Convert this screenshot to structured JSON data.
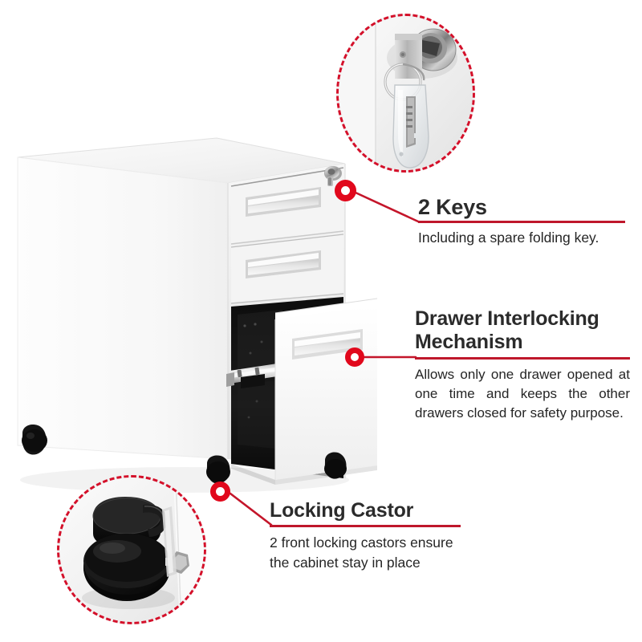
{
  "page": {
    "kind": "product-feature-infographic",
    "subject": "white 3-drawer mobile file cabinet",
    "background_color": "#ffffff"
  },
  "theme": {
    "accent_red": "#e1081c",
    "rule_red": "#bf172b",
    "dashed_circle_red": "#d4102a",
    "title_color": "#2b2b2b",
    "body_color": "#252525"
  },
  "callouts": [
    {
      "id": "keys",
      "title": "2 Keys",
      "body": "Including a spare folding key.",
      "marker_label": "callout-marker-keys"
    },
    {
      "id": "interlock",
      "title": "Drawer Interlocking Mechanism",
      "body": "Allows only one drawer opened at one time and keeps the other drawers closed for safety purpose.",
      "marker_label": "callout-marker-interlock"
    },
    {
      "id": "castor",
      "title": "Locking Castor",
      "body": "2 front locking castors ensure the cabinet stay in place",
      "marker_label": "callout-marker-castor"
    }
  ],
  "insets": [
    {
      "id": "key-inset",
      "depicts": "chrome lock cylinder with key ring and translucent folding key",
      "frame": "red-dashed-circle"
    },
    {
      "id": "castor-inset",
      "depicts": "black locking castor wheel with bracket and hex nut",
      "frame": "red-dashed-circle"
    }
  ],
  "product": {
    "drawers": [
      {
        "position": "top",
        "state": "closed",
        "handle": "recessed-inset-handle"
      },
      {
        "position": "middle",
        "state": "closed",
        "handle": "recessed-inset-handle"
      },
      {
        "position": "bottom",
        "state": "open",
        "handle": "recessed-inset-handle"
      }
    ],
    "lock": {
      "location": "top-right-of-cabinet-face",
      "type": "cylinder-lock"
    },
    "castors": 4,
    "body_color": "#ffffff",
    "cavity_color": "#151515"
  }
}
